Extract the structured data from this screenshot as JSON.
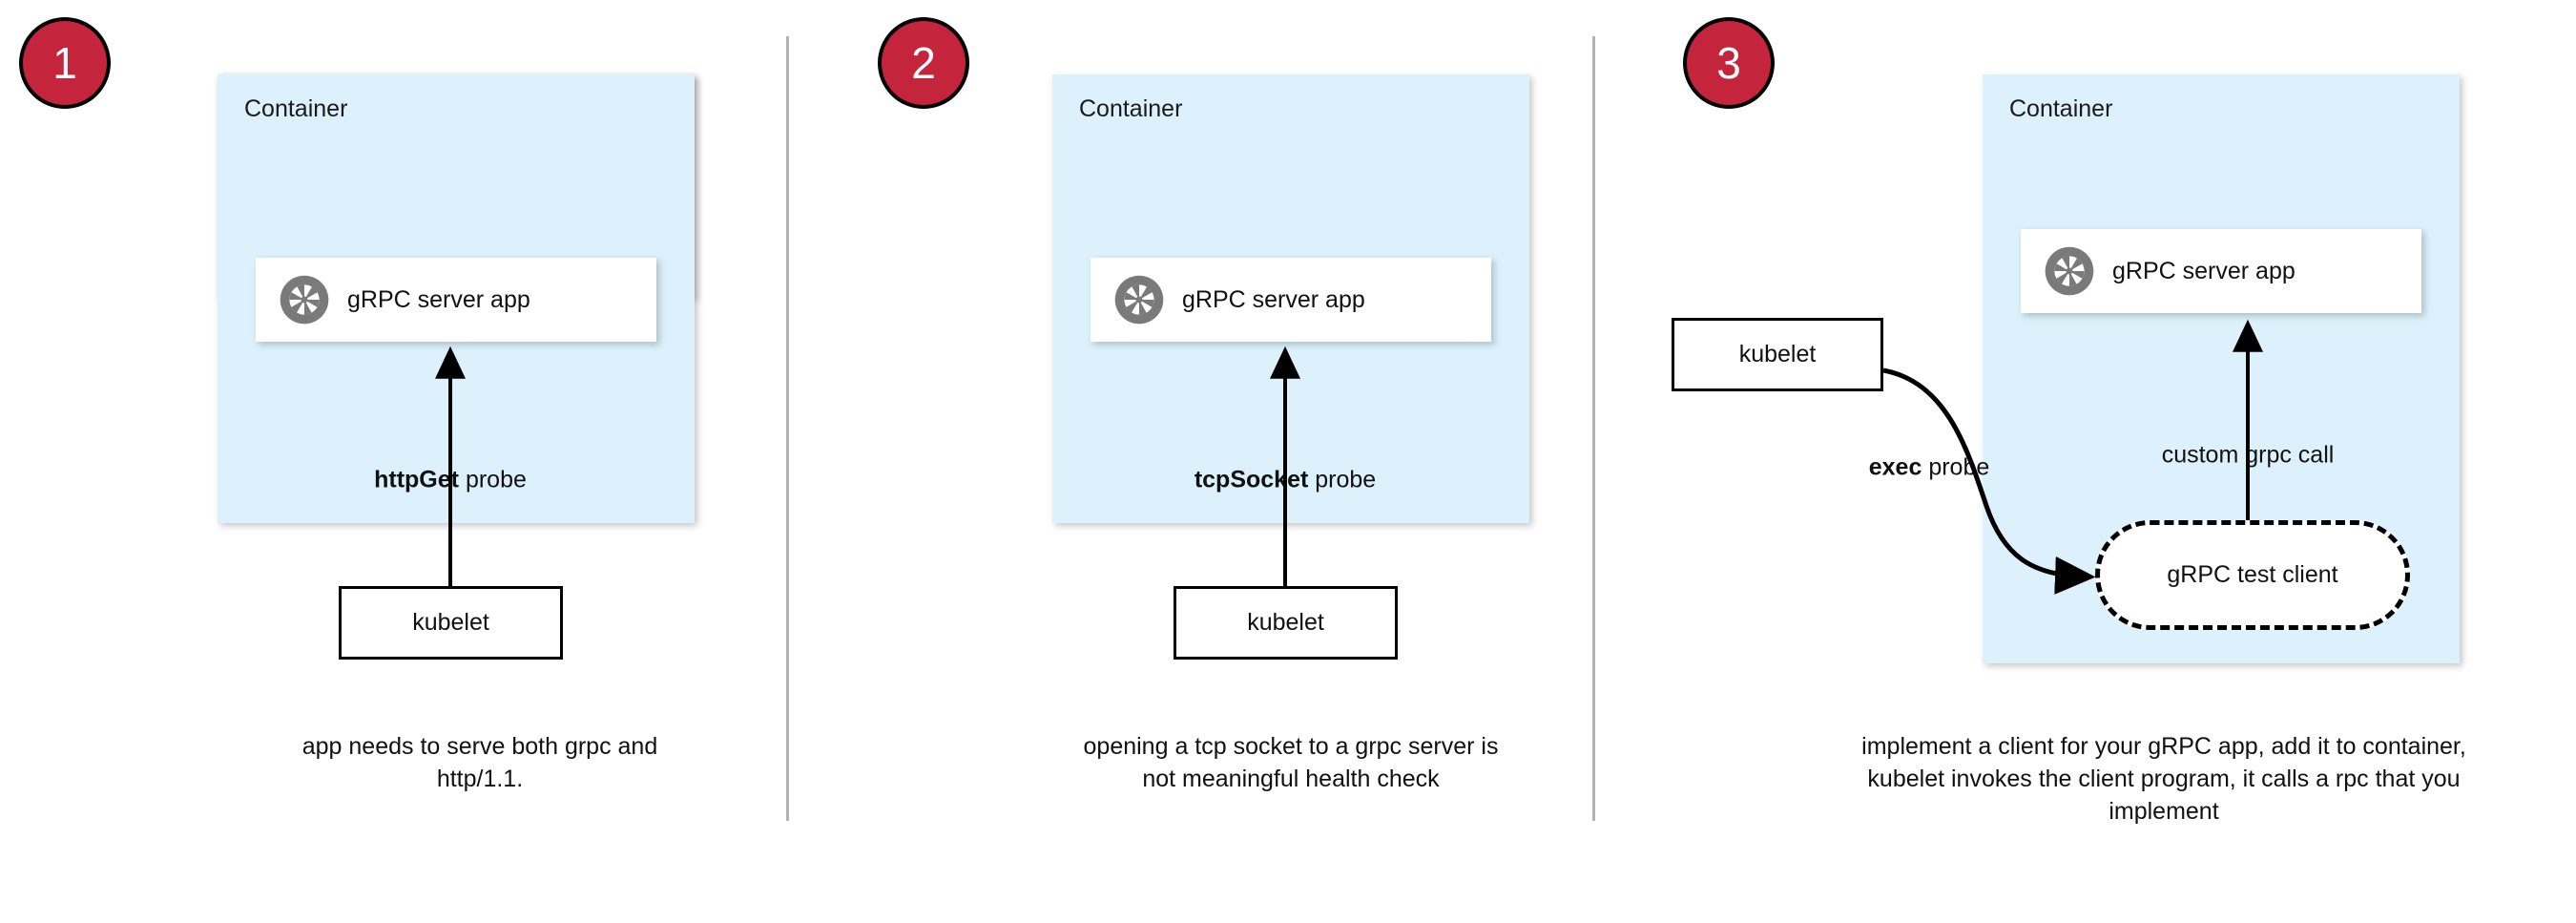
{
  "diagram": {
    "panels": [
      {
        "badge": "1",
        "container_label": "Container",
        "app_label": "gRPC server app",
        "app_icon": "grpc-aperture-icon",
        "probe_label_bold": "httpGet",
        "probe_label_rest": " probe",
        "kubelet_label": "kubelet",
        "caption": "app needs to serve both grpc and http/1.1."
      },
      {
        "badge": "2",
        "container_label": "Container",
        "app_label": "gRPC server app",
        "app_icon": "grpc-aperture-icon",
        "probe_label_bold": "tcpSocket",
        "probe_label_rest": " probe",
        "kubelet_label": "kubelet",
        "caption": "opening a tcp socket to a grpc server is not meaningful health check"
      },
      {
        "badge": "3",
        "container_label": "Container",
        "app_label": "gRPC server app",
        "app_icon": "grpc-aperture-icon",
        "probe_label_bold": "exec",
        "probe_label_rest": " probe",
        "call_label": "custom grpc call",
        "test_client_label": "gRPC test client",
        "kubelet_label": "kubelet",
        "caption": "implement a client for your gRPC app, add it to container, kubelet invokes the client program, it calls a rpc that you implement"
      }
    ],
    "colors": {
      "badge_fill": "#c4253d",
      "badge_text": "#ffffff",
      "badge_border": "#000000",
      "container_fill": "#dcf1fb",
      "card_fill": "#ffffff",
      "icon_gray": "#7a7a7a",
      "stroke": "#000000",
      "divider": "#b3b3b3"
    }
  }
}
